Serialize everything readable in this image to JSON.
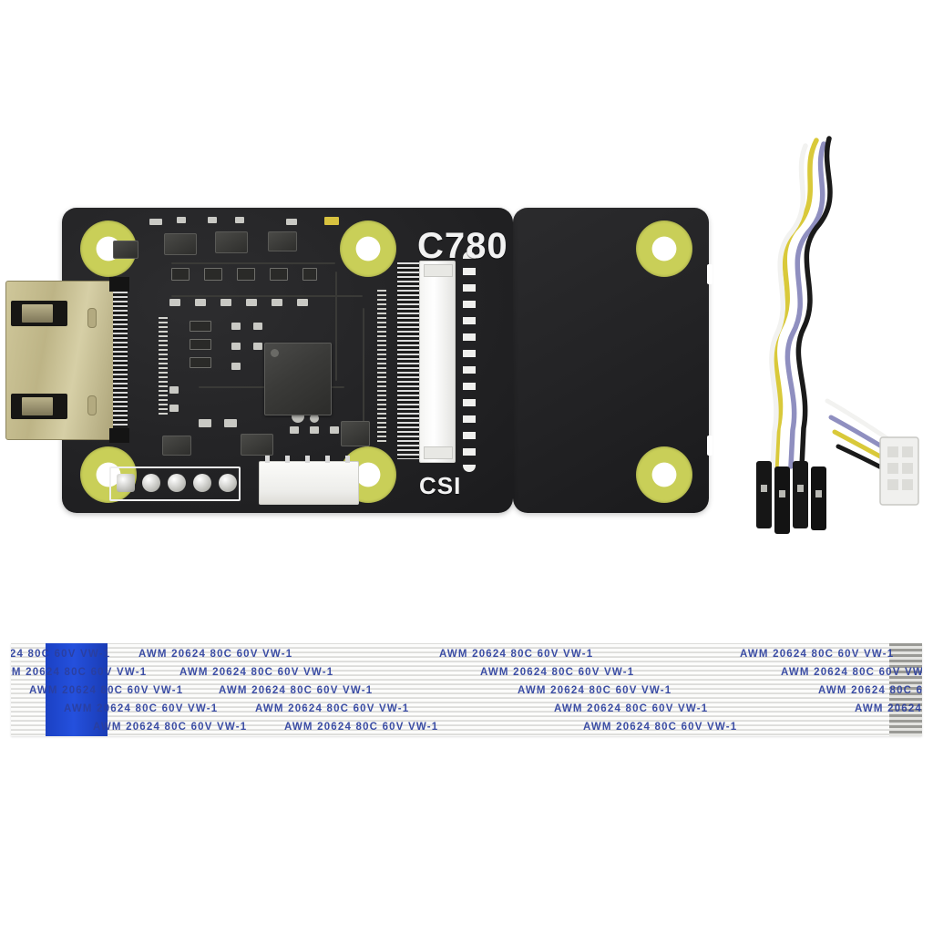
{
  "scene": {
    "background_color": "#ffffff",
    "type": "product-photo",
    "subject": "HDMI to CSI-2 adapter board with ribbon cable and jumper wires"
  },
  "board": {
    "name": "hdmi-to-csi-adapter-board",
    "silkscreen": {
      "model_label": "C780",
      "port_label": "CSI"
    },
    "colors": {
      "pcb": "#232325",
      "mounting_pad": "#c9cf58",
      "silkscreen_text": "#f2f2f2",
      "connector_white": "#f4f4f2",
      "hdmi_shell": "#bdb486"
    },
    "connectors": [
      {
        "name": "hdmi-port",
        "type": "HDMI Type-A female",
        "position": "left-edge"
      },
      {
        "name": "csi-ffc-connector",
        "type": "15-pin FFC",
        "position": "right-center"
      },
      {
        "name": "fpc-bottom-connector",
        "type": "FPC",
        "position": "bottom-center"
      },
      {
        "name": "gpio-header",
        "type": "5-pin through-hole",
        "pin_count": 5,
        "position": "bottom-left"
      }
    ],
    "mounting_holes": 6
  },
  "jumper_cable": {
    "name": "4-pin-jumper-wire-assembly",
    "wire_count": 4,
    "wire_colors": [
      "#d9c93a",
      "#f2f2f0",
      "#8f8fc0",
      "#1a1a1a"
    ],
    "wire_color_names": [
      "yellow",
      "white",
      "purple",
      "black"
    ],
    "left_end": "4 separate black Dupont female housings",
    "right_end": "white 4-pin connector housing",
    "housing_color": "#1a1a1a",
    "white_housing_color": "#f0f0ee"
  },
  "ribbon_cable": {
    "name": "ffc-ribbon-cable",
    "marking": "AWM 20624 80C 60V VW-1",
    "marking_color": "#2b3f9e",
    "body_color": "#e9e9e7",
    "stiffener_color": "#1f46cc",
    "stiffener_position": "left",
    "contacts_position": "right",
    "text_rows": [
      "AWM 20624 80C 60V VW-1",
      "AWM 20624 80C 60V VW-1",
      "AWM 20624 80C 60V VW-1",
      "AWM 20624 80C 60V VW-1",
      "AWM 20624 80C 60V VW-1"
    ]
  }
}
